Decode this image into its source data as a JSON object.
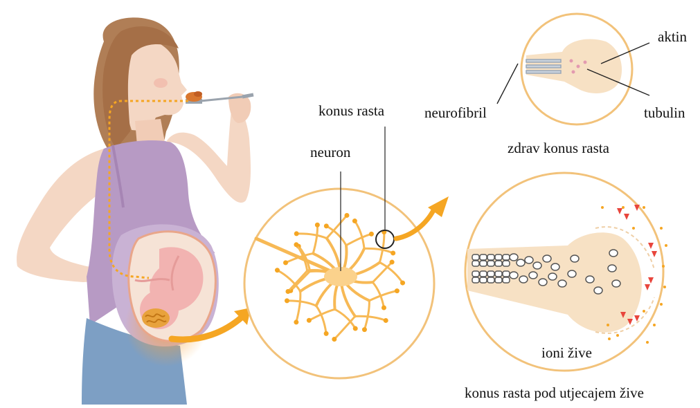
{
  "labels": {
    "aktin": "aktin",
    "tubulin": "tubulin",
    "neurofibril": "neurofibril",
    "konus_rasta": "konus rasta",
    "neuron": "neuron",
    "zdrav": "zdrav konus rasta",
    "ioni_zive": "ioni žive",
    "pod_utjecajem": "konus rasta pod utjecajem žive"
  },
  "colors": {
    "accent_orange": "#f5a623",
    "circle_stroke": "#f2c27a",
    "neuron_fill": "#fbd28c",
    "cone_fill": "#f7e1c4",
    "skin": "#f4d7c4",
    "hair": "#b07e56",
    "shirt": "#b79ac4",
    "jeans": "#7d9fc4",
    "mercury": "#e8453c"
  }
}
